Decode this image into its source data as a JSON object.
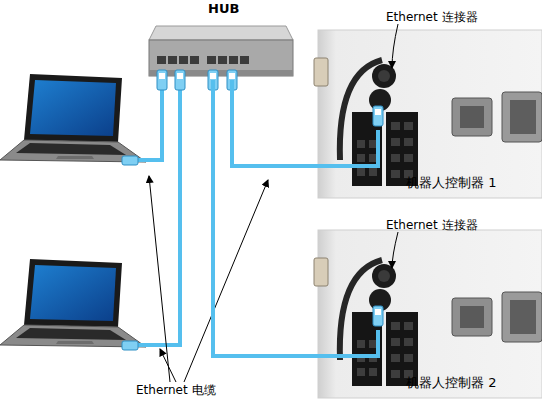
{
  "diagram": {
    "nodes": [
      {
        "text": [
          "HUB"
        ]
      },
      {
        "text": [
          "机器人控制器 1"
        ]
      },
      {
        "text": [
          "机器人控制器 2"
        ]
      }
    ],
    "edges": [
      {
        "from": 0,
        "to": 1,
        "arrow": "none"
      },
      {
        "from": 0,
        "to": 2,
        "arrow": "none"
      }
    ],
    "labels": [
      "Ethernet 连接器",
      "Ethernet 连接器",
      "Ethernet 电缆"
    ]
  }
}
